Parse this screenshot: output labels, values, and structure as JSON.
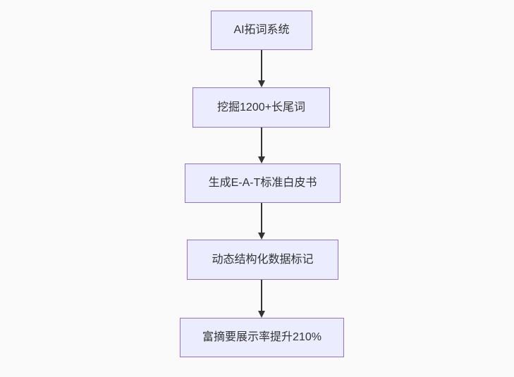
{
  "diagram": {
    "type": "flowchart",
    "direction": "top-down",
    "nodes": [
      {
        "id": "step1",
        "label": "AI拓词系统"
      },
      {
        "id": "step2",
        "label": "挖掘1200+长尾词"
      },
      {
        "id": "step3",
        "label": "生成E-A-T标准白皮书"
      },
      {
        "id": "step4",
        "label": "动态结构化数据标记"
      },
      {
        "id": "step5",
        "label": "富摘要展示率提升210%"
      }
    ],
    "edges": [
      {
        "from": "step1",
        "to": "step2"
      },
      {
        "from": "step2",
        "to": "step3"
      },
      {
        "from": "step3",
        "to": "step4"
      },
      {
        "from": "step4",
        "to": "step5"
      }
    ],
    "colors": {
      "background": "#FAFAFA",
      "node_fill": "#ECECFF",
      "node_border": "#9370DB",
      "arrow": "#333333",
      "text": "#333333"
    }
  }
}
